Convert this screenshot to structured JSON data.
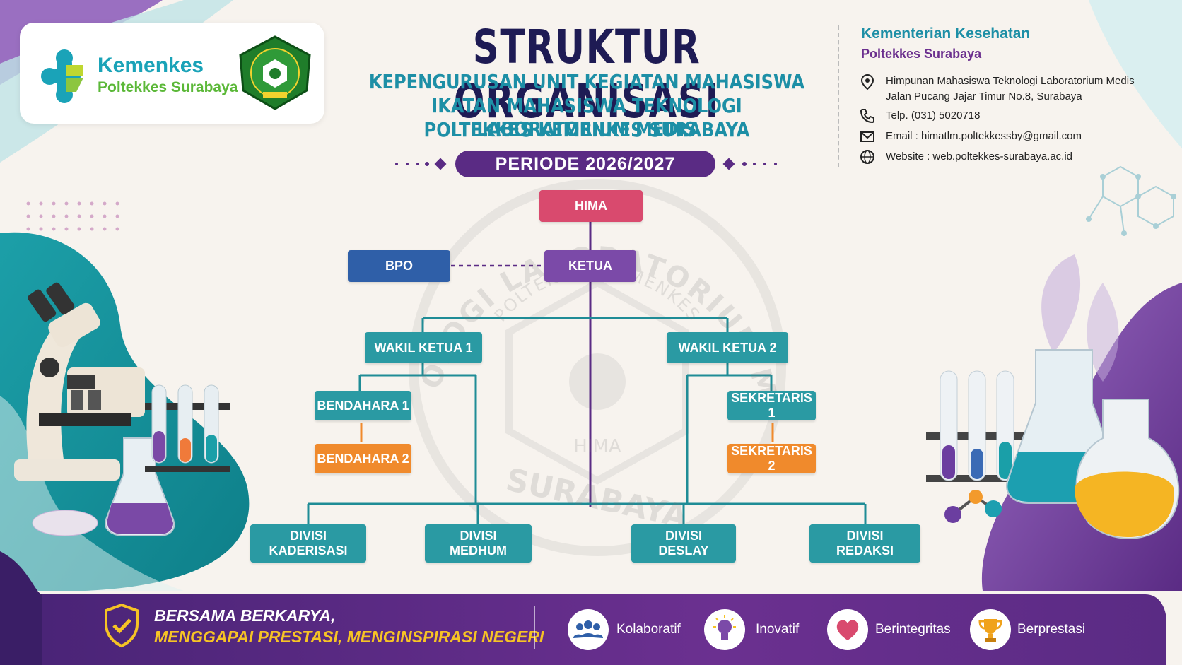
{
  "header": {
    "logo_name": "Kemenkes",
    "logo_sub": "Poltekkes Surabaya",
    "title": "STRUKTUR ORGANISASI",
    "subtitle_lines": [
      "KEPENGURUSAN UNIT KEGIATAN MAHASISWA",
      "IKATAN MAHASISWA TEKNOLOGI LABORATORIUM MEDIS",
      "POLTEKKES KEMENKES SURABAYA"
    ],
    "periode": "PERIODE 2026/2027"
  },
  "contact": {
    "org_name": "Kementerian Kesehatan",
    "org_sub": "Poltekkes Surabaya",
    "address_line1": "Himpunan Mahasiswa Teknologi Laboratorium Medis",
    "address_line2": "Jalan Pucang Jajar Timur No.8, Surabaya",
    "phone": "Telp. (031) 5020718",
    "email": "Email : himatlm.poltekkessby@gmail.com",
    "website": "Website : web.poltekkes-surabaya.ac.id"
  },
  "org_chart": {
    "hima": "HIMA",
    "bpo": "BPO",
    "ketua": "KETUA",
    "wakil_ketua_1": "WAKIL KETUA 1",
    "wakil_ketua_2": "WAKIL KETUA 2",
    "bendahara_1": "BENDAHARA 1",
    "bendahara_2": "BENDAHARA 2",
    "sekretaris_1": "SEKRETARIS 1",
    "sekretaris_2": "SEKRETARIS 2",
    "divisions": [
      {
        "line1": "DIVISI",
        "line2": "KADERISASI"
      },
      {
        "line1": "DIVISI",
        "line2": "MEDHUM"
      },
      {
        "line1": "DIVISI",
        "line2": "DESLAY"
      },
      {
        "line1": "DIVISI",
        "line2": "REDAKSI"
      }
    ]
  },
  "watermark": {
    "arc_top": "TEKNOLOGI LABORATORIUM MEDIS",
    "arc_inner": "POLTEKKES KEMENKES",
    "bottom": "SURABAYA",
    "small": "HIMA"
  },
  "footer": {
    "motto_line1": "BERSAMA BERKARYA,",
    "motto_line2": "MENGGAPAI PRESTASI, MENGINSPIRASI NEGERI",
    "values": [
      "Kolaboratif",
      "Inovatif",
      "Berintegritas",
      "Berprestasi"
    ]
  },
  "colors": {
    "navy": "#1e1b54",
    "teal": "#2a9aa3",
    "purple": "#5a2b84",
    "orange": "#f08a2c",
    "pink": "#d94a6e",
    "blue": "#2f5fa8",
    "gold": "#f6c325"
  },
  "icons": [
    "location-icon",
    "phone-icon",
    "email-icon",
    "globe-icon",
    "shield-check-icon",
    "team-icon",
    "bulb-icon",
    "heart-icon",
    "trophy-icon"
  ]
}
